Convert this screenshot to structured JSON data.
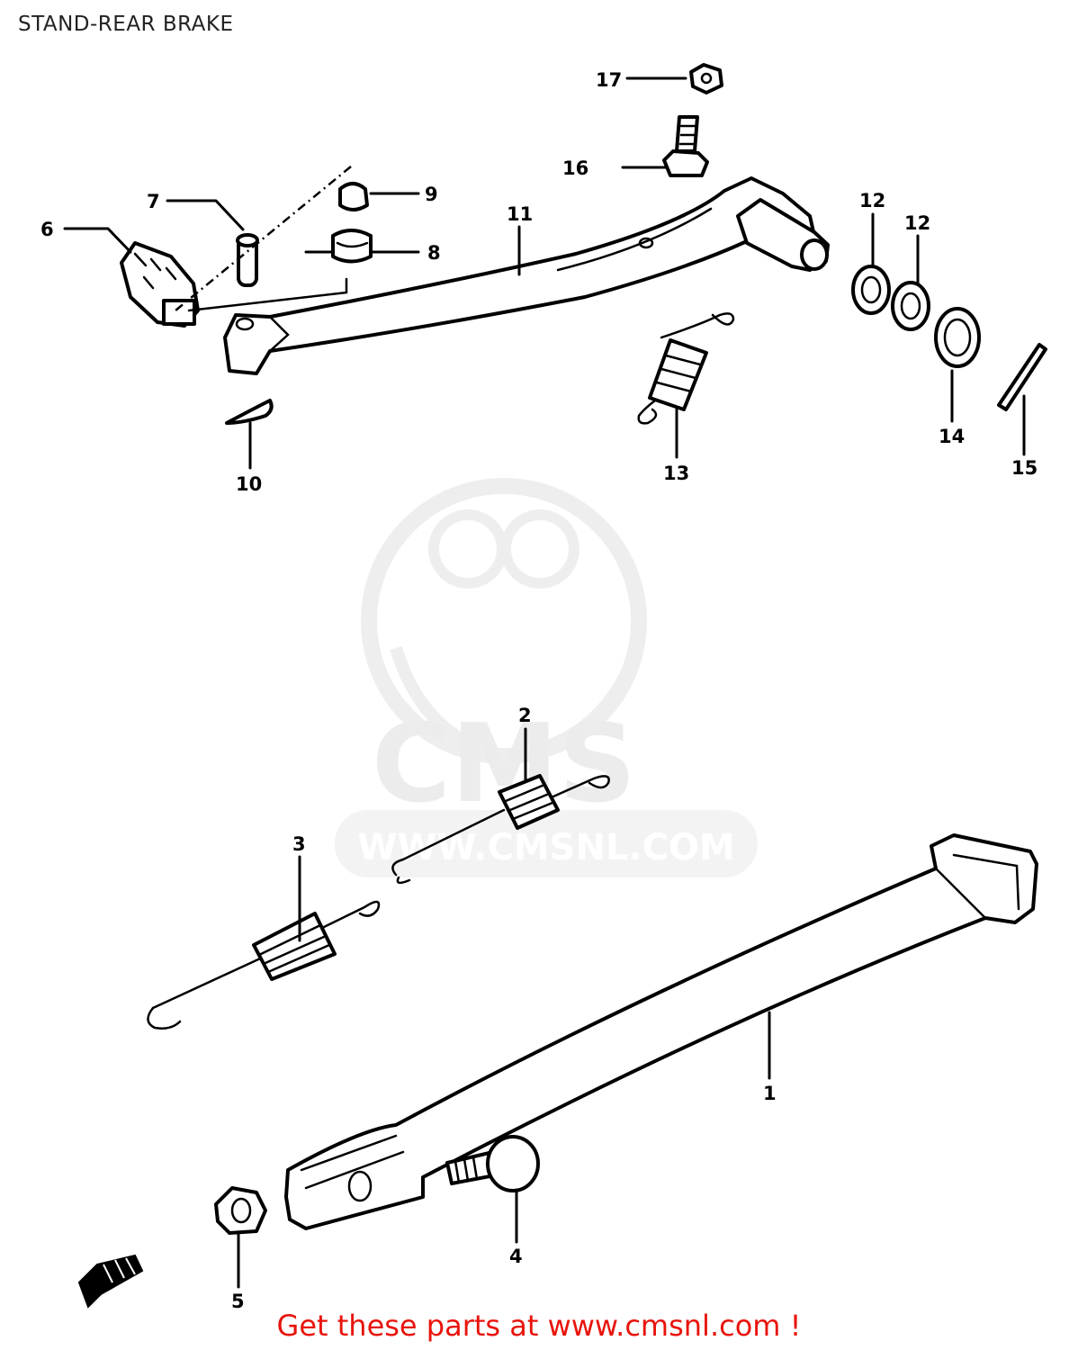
{
  "title": "STAND-REAR BRAKE",
  "footer": "Get these parts at www.cmsnl.com !",
  "watermark": {
    "logo_text": "CMS",
    "url_text": "WWW.CMSNL.COM",
    "color": "#ececec"
  },
  "accent_color": "#e8140c",
  "callouts": [
    "1",
    "2",
    "3",
    "4",
    "5",
    "6",
    "7",
    "8",
    "9",
    "10",
    "11",
    "12",
    "12",
    "14",
    "15",
    "16",
    "17",
    "13"
  ]
}
